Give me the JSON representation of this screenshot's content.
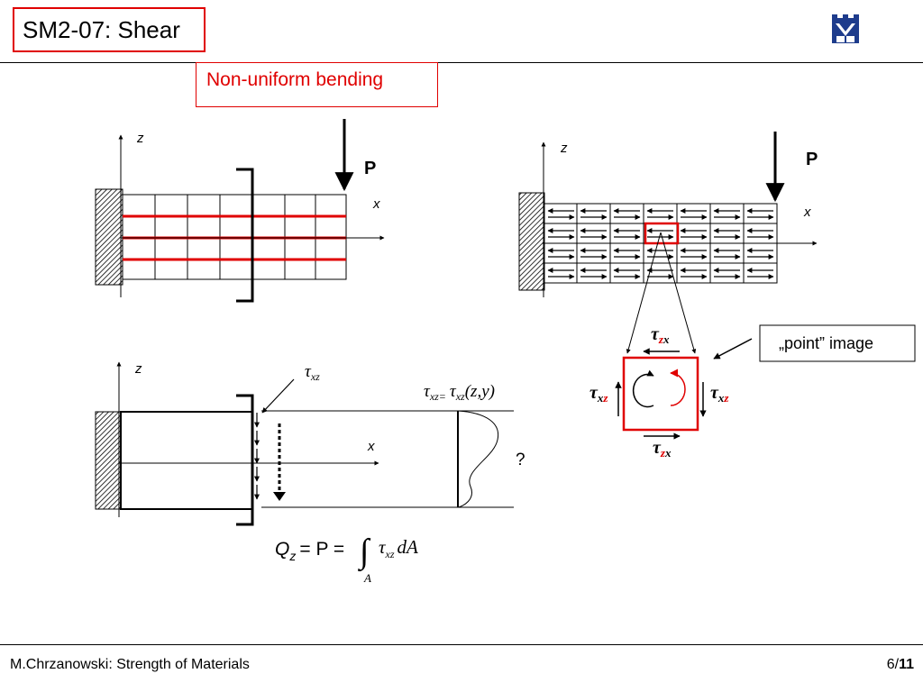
{
  "header": {
    "title": "SM2-07: Shear",
    "subtitle": "Non-uniform bending"
  },
  "beam_top_left": {
    "axis_z": "z",
    "axis_x": "x",
    "load_label": "P"
  },
  "beam_top_right": {
    "axis_z": "z",
    "axis_x": "x",
    "load_label": "P"
  },
  "point_element": {
    "callout": "„point” image",
    "tau_zx_top": "τ",
    "sub_zx_top_z": "z",
    "sub_zx_top_x": "x",
    "tau_xz_left": "τ",
    "sub_xz_left_x": "x",
    "sub_xz_left_z": "z",
    "tau_xz_right": "τ",
    "sub_xz_right_x": "x",
    "sub_xz_right_z": "z",
    "tau_zx_bottom": "τ",
    "sub_zx_bottom_z": "z",
    "sub_zx_bottom_x": "x"
  },
  "beam_bottom": {
    "axis_z": "z",
    "axis_x": "x",
    "tau_label": "τ",
    "tau_sub": "xz",
    "dist_tau": "τ",
    "dist_sub1": "xz=",
    "dist_tau2": "τ",
    "dist_sub2": "xz",
    "dist_args": "(z,y)",
    "question": "?"
  },
  "formula": {
    "q": "Q",
    "q_sub": "z",
    "equals_p": "= P =",
    "integral": "∫",
    "limit": "A",
    "tau": "τ",
    "tau_sub": "xz",
    "da": "dA"
  },
  "footer": {
    "author": "M.Chrzanowski: Strength of Materials",
    "page_current": "6/",
    "page_total": "11"
  },
  "colors": {
    "accent": "#e00000",
    "text": "#000000"
  }
}
